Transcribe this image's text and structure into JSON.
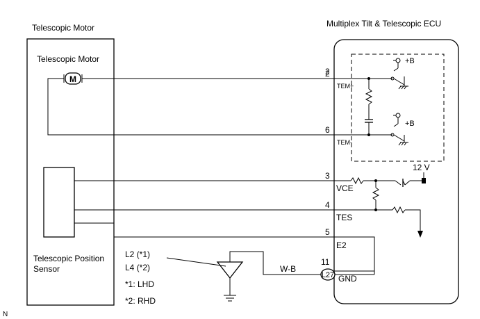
{
  "components": {
    "motor_assembly": {
      "title": "Telescopic Motor",
      "inner_label": "Telescopic Motor",
      "motor_symbol": "M",
      "sensor_label_line1": "Telescopic Position",
      "sensor_label_line2": "Sensor"
    },
    "ecu": {
      "title": "Multiplex Tilt & Telescopic ECU",
      "supply_label_1": "+B",
      "supply_label_2": "+B",
      "voltage_label": "12 V"
    }
  },
  "terminals": [
    {
      "pin": "2",
      "name": "TEM+"
    },
    {
      "pin": "6",
      "name": "TEM-"
    },
    {
      "pin": "3",
      "name": "VCE"
    },
    {
      "pin": "4",
      "name": "TES"
    },
    {
      "pin": "5",
      "name": "E2"
    },
    {
      "pin": "11",
      "name": "GND"
    }
  ],
  "wiring": {
    "wire_color": "W-B",
    "connector": "L27"
  },
  "ground_point": {
    "label_line1": "L2 (*1)",
    "label_line2": "L4 (*2)"
  },
  "notes": [
    "*1: LHD",
    "*2: RHD"
  ],
  "corner_mark": "N"
}
